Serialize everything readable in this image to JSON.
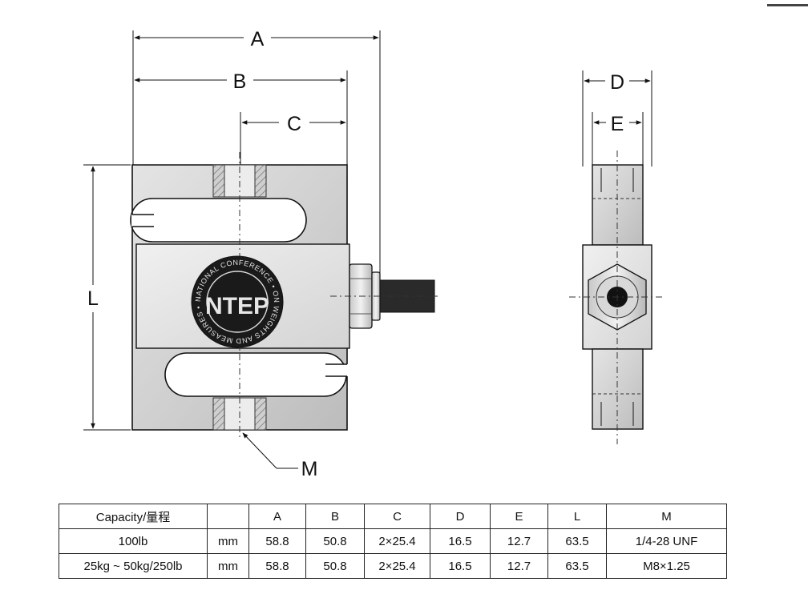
{
  "dimensions": {
    "a": "A",
    "b": "B",
    "c": "C",
    "d": "D",
    "e": "E",
    "l": "L",
    "m": "M"
  },
  "logo": {
    "ring_text": "NATIONAL CONFERENCE • ON WEIGHTS AND MEASURES •",
    "center_text": "NTEP"
  },
  "table": {
    "header": [
      "Capacity/量程",
      "",
      "A",
      "B",
      "C",
      "D",
      "E",
      "L",
      "M"
    ],
    "rows": [
      [
        "100lb",
        "mm",
        "58.8",
        "50.8",
        "2×25.4",
        "16.5",
        "12.7",
        "63.5",
        "1/4-28 UNF"
      ],
      [
        "25kg ~ 50kg/250lb",
        "mm",
        "58.8",
        "50.8",
        "2×25.4",
        "16.5",
        "12.7",
        "63.5",
        "M8×1.25"
      ]
    ]
  },
  "colors": {
    "metal": "#d6d6d6",
    "plate": "#e6e6e6",
    "cable": "#2a2a2a",
    "line": "#111111"
  }
}
